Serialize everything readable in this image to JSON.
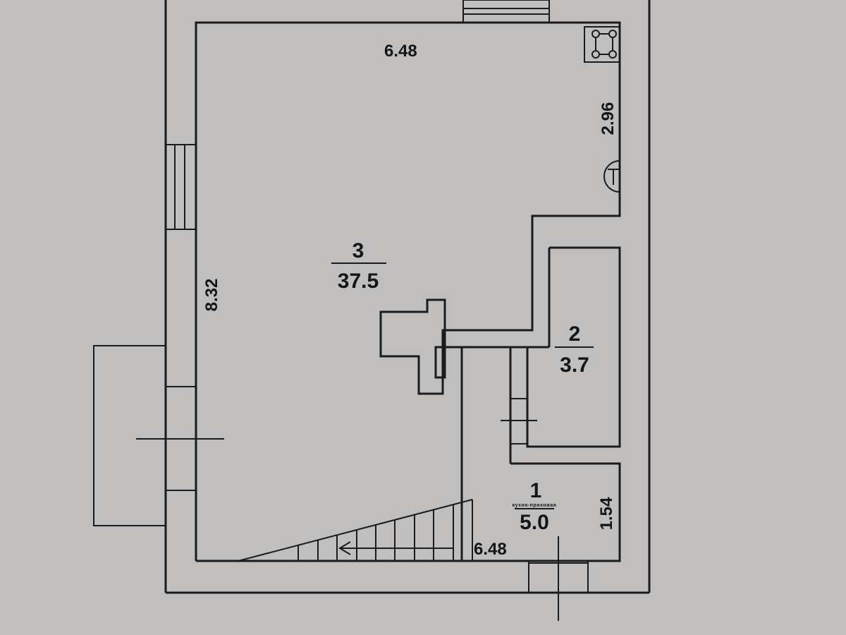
{
  "rooms": [
    {
      "number": "3",
      "area": "37.5"
    },
    {
      "number": "2",
      "area": "3.7"
    },
    {
      "number": "1",
      "area": "5.0",
      "tiny_note": "кухня-прихожая"
    }
  ],
  "dimensions": {
    "top_width": "6.48",
    "right_upper": "2.96",
    "left_height": "8.32",
    "bottom_width": "6.48",
    "right_lower": "1.54"
  },
  "symbols": {
    "stove": "stove-icon",
    "heater": "water-heater-icon"
  }
}
